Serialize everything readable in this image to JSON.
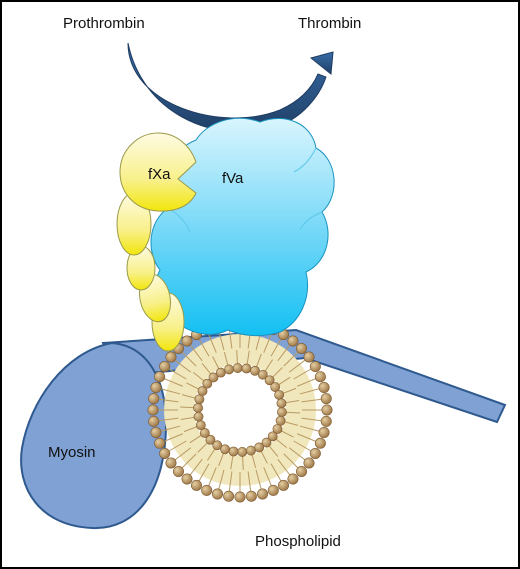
{
  "labels": {
    "prothrombin": "Prothrombin",
    "thrombin": "Thrombin",
    "fxa": "fXa",
    "fva": "fVa",
    "myosin": "Myosin",
    "phospholipid": "Phospholipid"
  },
  "colors": {
    "arrow": "#2d5a8c",
    "myosin_fill": "#7fa1d3",
    "myosin_stroke": "#2f5a8f",
    "fva_top": "#d8f5fd",
    "fva_bottom": "#17c2f3",
    "fxa_light": "#fdf6cf",
    "fxa_dark": "#f3ea1a",
    "lipid_head": "#b8915a",
    "lipid_tail": "#efe5b6"
  }
}
